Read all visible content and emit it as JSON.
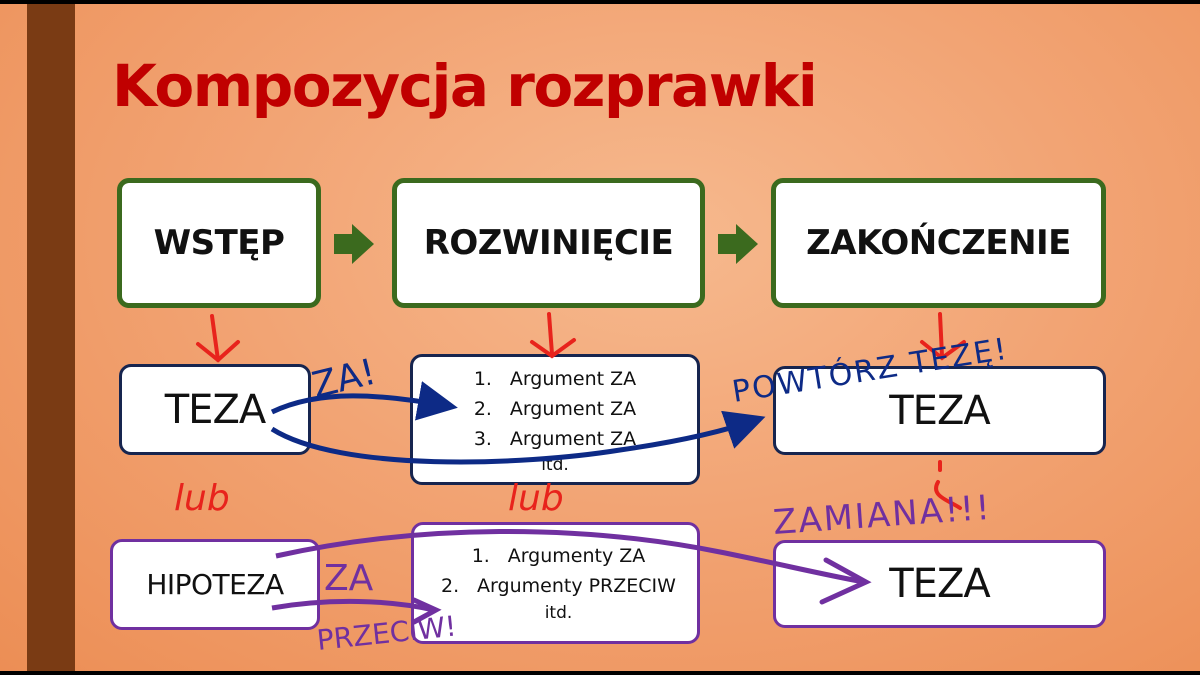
{
  "title": "Kompozycja rozprawki",
  "sections": {
    "intro": "WSTĘP",
    "body": "ROZWINIĘCIE",
    "conclusion": "ZAKOŃCZENIE"
  },
  "row1": {
    "left": "TEZA",
    "list": [
      {
        "num": "1.",
        "text": "Argument  ZA"
      },
      {
        "num": "2.",
        "text": "Argument ZA"
      },
      {
        "num": "3.",
        "text": "Argument ZA"
      }
    ],
    "list_tail": "itd.",
    "right": "TEZA"
  },
  "row2": {
    "left": "HIPOTEZA",
    "list": [
      {
        "num": "1.",
        "text": "Argumenty  ZA"
      },
      {
        "num": "2.",
        "text": "Argumenty PRZECIW"
      }
    ],
    "list_tail": "itd.",
    "right": "TEZA"
  },
  "annotations": {
    "za_top": "ZA!",
    "powtorz": "POWTÓRZ TEZĘ!",
    "lub_left": "lub",
    "lub_mid": "lub",
    "zamiana": "ZAMIANA!!!",
    "za_bottom": "ZA",
    "przeciw": "PRZECIW!"
  },
  "colors": {
    "title": "#c00000",
    "sidebar": "#7a3b14",
    "green_border": "#3b6a1e",
    "navy": "#17254f",
    "purple": "#7030a0",
    "red_ink": "#e8231c",
    "blue_ink": "#0d2a86"
  }
}
